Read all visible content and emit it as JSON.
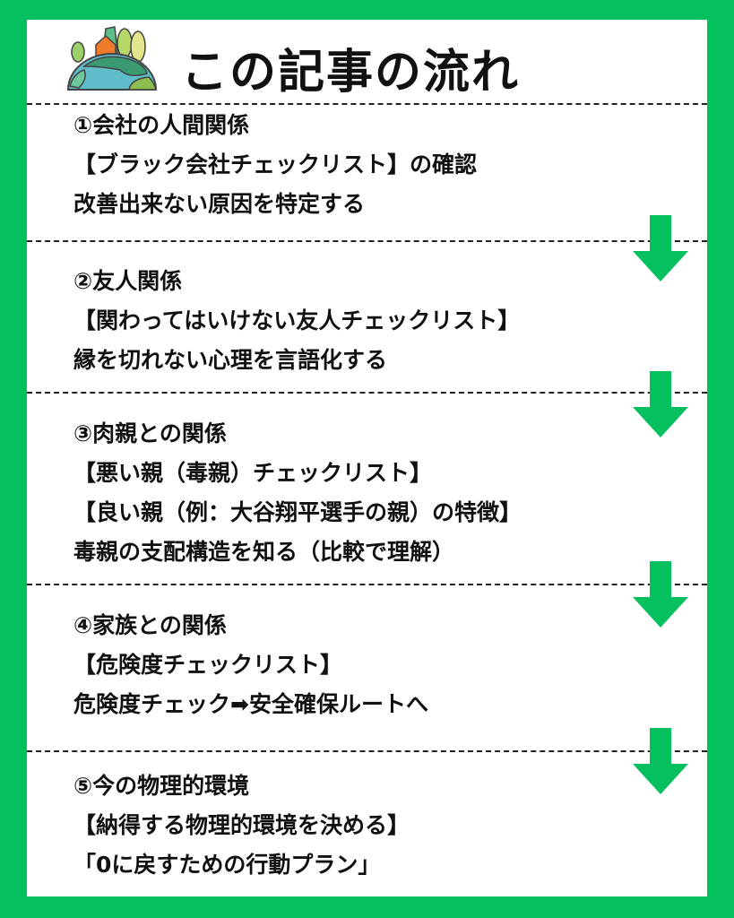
{
  "header": {
    "title": "この記事の流れ",
    "icon": "earth-house-trees-icon"
  },
  "colors": {
    "border": "#06bf5e",
    "arrow": "#06bf5e",
    "text": "#111111"
  },
  "sections": [
    {
      "heading": "①会社の人間関係",
      "lines": [
        "【ブラック会社チェックリスト】の確認",
        "改善出来ない原因を特定する"
      ]
    },
    {
      "heading": "②友人関係",
      "lines": [
        "【関わってはいけない友人チェックリスト】",
        "縁を切れない心理を言語化する"
      ]
    },
    {
      "heading": "③肉親との関係",
      "lines": [
        "【悪い親（毒親）チェックリスト】",
        "【良い親（例：大谷翔平選手の親）の特徴】",
        "毒親の支配構造を知る（比較で理解）"
      ]
    },
    {
      "heading": "④家族との関係",
      "lines": [
        "【危険度チェックリスト】",
        "危険度チェック➡安全確保ルートへ"
      ]
    },
    {
      "heading": "⑤今の物理的環境",
      "lines": [
        "【納得する物理的環境を決める】",
        "「0に戻すための行動プラン」"
      ]
    }
  ]
}
